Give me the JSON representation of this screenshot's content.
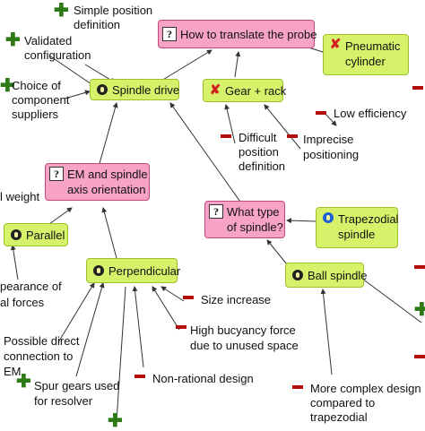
{
  "nodes": {
    "how_translate": "How to translate the probe",
    "pneumatic": "Pneumatic cylinder",
    "gear_rack": "Gear + rack",
    "spindle_drive": "Spindle drive",
    "em_spindle": "EM and spindle axis orientation",
    "parallel": "Parallel",
    "perpendicular": "Perpendicular",
    "what_type": "What type of spindle?",
    "trapezoidal": "Trapezodial spindle",
    "ball_spindle": "Ball spindle"
  },
  "arguments": {
    "simple_position": "Simple position definition",
    "validated_config": "Validated configuration",
    "choice_suppliers": "Choice of component suppliers",
    "low_efficiency": "Low efficiency",
    "difficult_position": "Difficult position definition",
    "imprecise_positioning": "Imprecise positioning",
    "weight_partial": "l weight",
    "appearance_partial": "pearance of al forces",
    "size_increase": "Size increase",
    "high_buoyancy": "High bucyancy force due to unused space",
    "non_rational": "Non-rational design",
    "possible_direct": "Possible direct connection to EM",
    "spur_gears": "Spur gears used for resolver",
    "more_complex": "More complex design compared to trapezodial"
  },
  "colors": {
    "question_fill": "#f7a3c5",
    "option_fill": "#d6f26a",
    "pro": "#2e7a16",
    "con": "#b30d0d"
  },
  "icons": {
    "question": "question-box-icon",
    "idea": "lightbulb-icon",
    "rejected": "red-x-icon",
    "pro": "plus-icon",
    "con": "minus-icon"
  }
}
